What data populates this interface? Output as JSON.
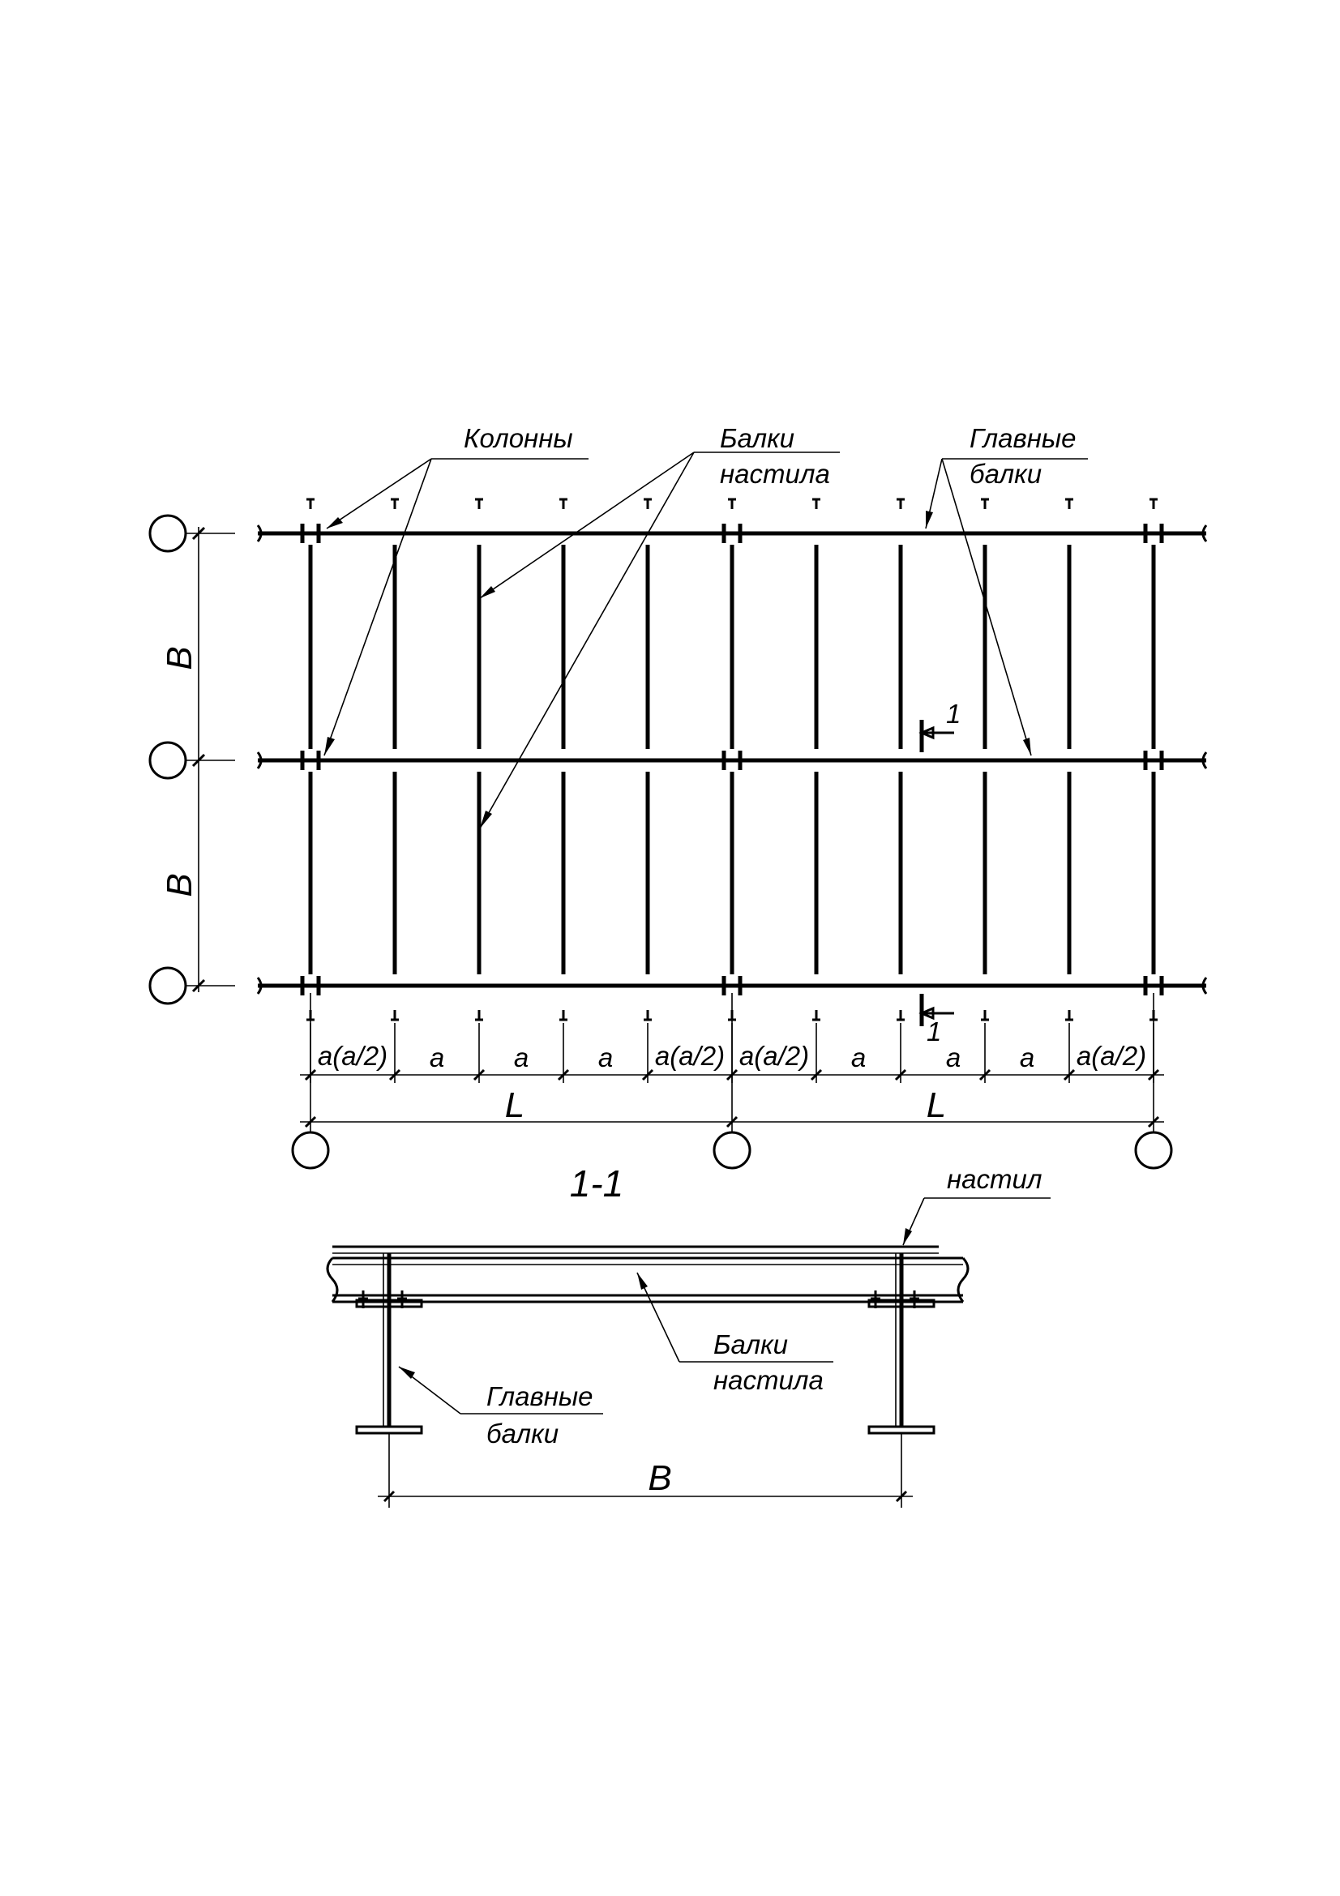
{
  "plan": {
    "labels": {
      "columns": "Колонны",
      "deck_beams_line1": "Балки",
      "deck_beams_line2": "настила",
      "main_beams_line1": "Главные",
      "main_beams_line2": "балки"
    },
    "dimensions": {
      "bay_width": "B",
      "span_length": "L",
      "segment_edge": "a(a/2)",
      "segment_mid": "a"
    },
    "section_mark": "1"
  },
  "section": {
    "title": "1-1",
    "labels": {
      "deck": "настил",
      "deck_beams_line1": "Балки",
      "deck_beams_line2": "настила",
      "main_beams_line1": "Главные",
      "main_beams_line2": "балки"
    },
    "dimension": "B"
  }
}
